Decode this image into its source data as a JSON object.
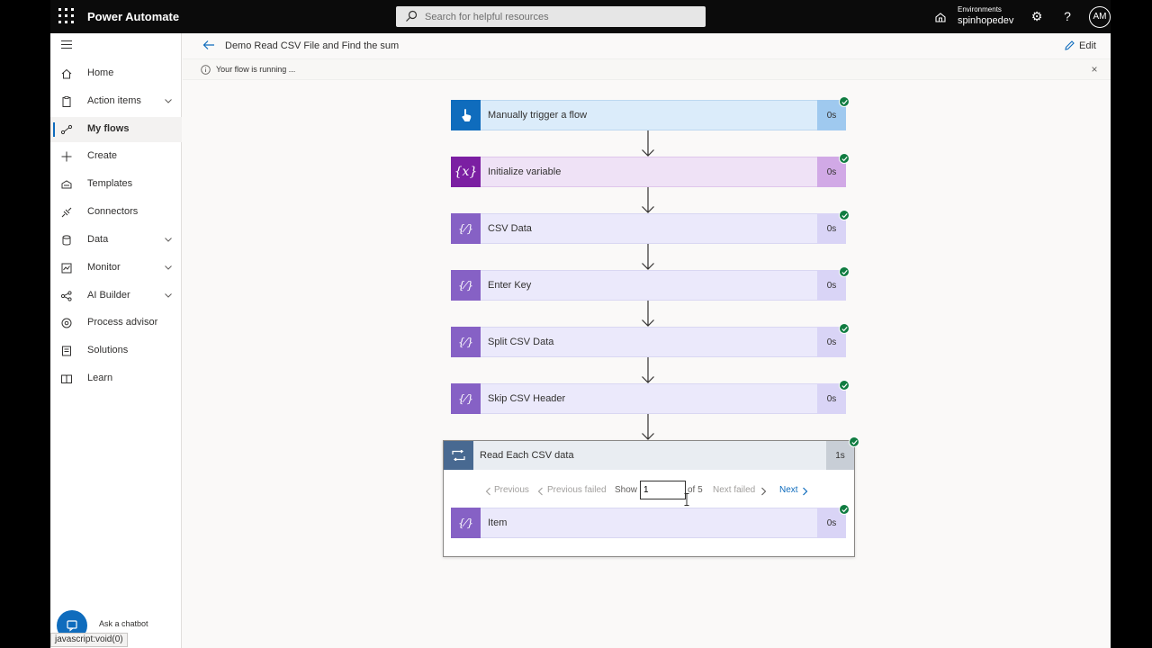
{
  "app": {
    "name": "Power Automate"
  },
  "search": {
    "placeholder": "Search for helpful resources"
  },
  "environment": {
    "label": "Environments",
    "value": "spinhopedev"
  },
  "user": {
    "initials": "AM"
  },
  "sidebar": {
    "items": [
      {
        "label": "Home",
        "icon": "home-icon",
        "has_chevron": false
      },
      {
        "label": "Action items",
        "icon": "clipboard-icon",
        "has_chevron": true
      },
      {
        "label": "My flows",
        "icon": "flow-icon",
        "has_chevron": false,
        "active": true
      },
      {
        "label": "Create",
        "icon": "plus-icon",
        "has_chevron": false
      },
      {
        "label": "Templates",
        "icon": "templates-icon",
        "has_chevron": false
      },
      {
        "label": "Connectors",
        "icon": "connector-icon",
        "has_chevron": false
      },
      {
        "label": "Data",
        "icon": "database-icon",
        "has_chevron": true
      },
      {
        "label": "Monitor",
        "icon": "monitor-icon",
        "has_chevron": true
      },
      {
        "label": "AI Builder",
        "icon": "ai-builder-icon",
        "has_chevron": true
      },
      {
        "label": "Process advisor",
        "icon": "process-advisor-icon",
        "has_chevron": false
      },
      {
        "label": "Solutions",
        "icon": "solutions-icon",
        "has_chevron": false
      },
      {
        "label": "Learn",
        "icon": "book-icon",
        "has_chevron": false
      }
    ],
    "chatbot_label": "Ask a chatbot"
  },
  "header": {
    "title": "Demo Read CSV File and Find the sum",
    "edit_label": "Edit"
  },
  "status": {
    "text": "Your flow is running ..."
  },
  "flow": {
    "steps": [
      {
        "title": "Manually trigger a flow",
        "duration": "0s",
        "kind": "trigger"
      },
      {
        "title": "Initialize variable",
        "duration": "0s",
        "kind": "variable"
      },
      {
        "title": "CSV Data",
        "duration": "0s",
        "kind": "compose"
      },
      {
        "title": "Enter Key",
        "duration": "0s",
        "kind": "compose"
      },
      {
        "title": "Split CSV Data",
        "duration": "0s",
        "kind": "compose"
      },
      {
        "title": "Skip CSV Header",
        "duration": "0s",
        "kind": "compose"
      }
    ],
    "loop": {
      "title": "Read Each CSV data",
      "duration": "1s",
      "pager": {
        "previous": "Previous",
        "previous_failed": "Previous failed",
        "show": "Show",
        "current": "1",
        "of": "of 5",
        "next_failed": "Next failed",
        "next": "Next"
      },
      "inner": {
        "title": "Item",
        "duration": "0s"
      }
    }
  },
  "browser_status": {
    "url": "javascript:void(0)"
  },
  "colors": {
    "accent": "#0f6cbd",
    "success": "#107c41",
    "topbar": "#0b0b0b"
  }
}
